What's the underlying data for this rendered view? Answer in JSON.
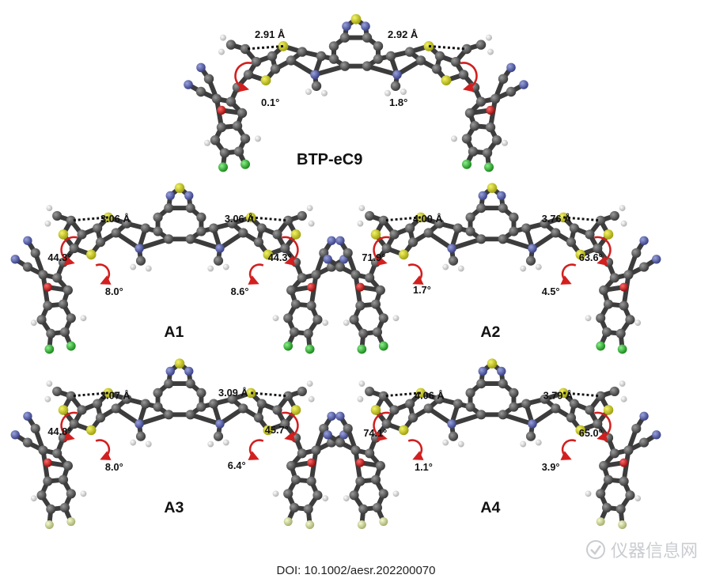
{
  "panels": [
    {
      "id": "BTP-eC9",
      "label": "BTP-eC9",
      "dist_left": "2.91 Å",
      "dist_right": "2.92 Å",
      "angles": [
        "0.1°",
        "1.8°"
      ],
      "end_atom_color": "#2db52d"
    },
    {
      "id": "A1",
      "label": "A1",
      "dist_left": "3.06 Å",
      "dist_right": "3.06 Å",
      "angles": [
        "44.3°",
        "8.0°",
        "44.3°",
        "8.6°"
      ],
      "end_atom_color": "#2db52d"
    },
    {
      "id": "A2",
      "label": "A2",
      "dist_left": "4.00 Å",
      "dist_right": "3.76 Å",
      "angles": [
        "71.9°",
        "1.7°",
        "63.6°",
        "4.5°"
      ],
      "end_atom_color": "#2db52d"
    },
    {
      "id": "A3",
      "label": "A3",
      "dist_left": "3.07 Å",
      "dist_right": "3.09 Å",
      "angles": [
        "44.8°",
        "8.0°",
        "45.7°",
        "6.4°"
      ],
      "end_atom_color": "#d8e0a0"
    },
    {
      "id": "A4",
      "label": "A4",
      "dist_left": "4.06 Å",
      "dist_right": "3.79 Å",
      "angles": [
        "74.1°",
        "1.1°",
        "65.0°",
        "3.9°"
      ],
      "end_atom_color": "#d8e0a0"
    }
  ],
  "doi": "DOI: 10.1002/aesr.202200070",
  "watermark": "仪器信息网",
  "colors": {
    "carbon": "#5a5a5a",
    "hydrogen": "#e6e6e6",
    "sulfur": "#c8c81e",
    "nitrogen": "#5a64a8",
    "oxygen": "#c81e1e",
    "rotation_arrow": "#d21f1f"
  }
}
